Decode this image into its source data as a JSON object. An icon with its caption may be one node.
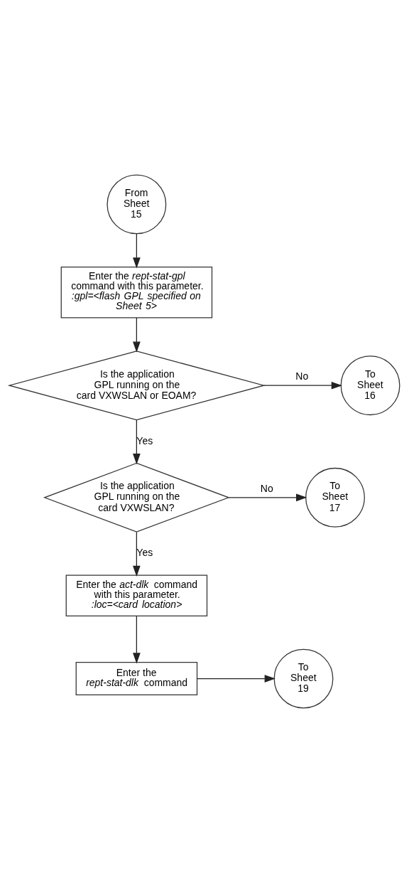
{
  "diagram": {
    "nodes": [
      {
        "text": [
          "From Sheet 15"
        ]
      },
      {
        "text": [
          "Enter the *rept-stat-gpl* command with this parameter. *:gpl=<flash GPL specified on Sheet 5>*"
        ]
      },
      {
        "text": [
          "Is the application GPL running on the card VXWSLAN or EOAM?"
        ]
      },
      {
        "text": [
          "To Sheet 16"
        ]
      },
      {
        "text": [
          "Is the application GPL running on the card VXWSLAN?"
        ]
      },
      {
        "text": [
          "To Sheet 17"
        ]
      },
      {
        "text": [
          "Enter the *act-dlk* command with this parameter. *:loc=<card location>*"
        ]
      },
      {
        "text": [
          "Enter the *rept-stat-dlk* command"
        ]
      },
      {
        "text": [
          "To Sheet 19"
        ]
      }
    ],
    "edges": [
      {
        "from": 0,
        "to": 1,
        "arrow": "to"
      },
      {
        "from": 1,
        "to": 2,
        "arrow": "to"
      },
      {
        "from": 2,
        "to": 3,
        "arrow": "to",
        "label": "No"
      },
      {
        "from": 2,
        "to": 4,
        "arrow": "to",
        "label": "Yes"
      },
      {
        "from": 4,
        "to": 5,
        "arrow": "to",
        "label": "No"
      },
      {
        "from": 4,
        "to": 6,
        "arrow": "to",
        "label": "Yes"
      },
      {
        "from": 6,
        "to": 7,
        "arrow": "to"
      },
      {
        "from": 7,
        "to": 8,
        "arrow": "to"
      }
    ]
  }
}
